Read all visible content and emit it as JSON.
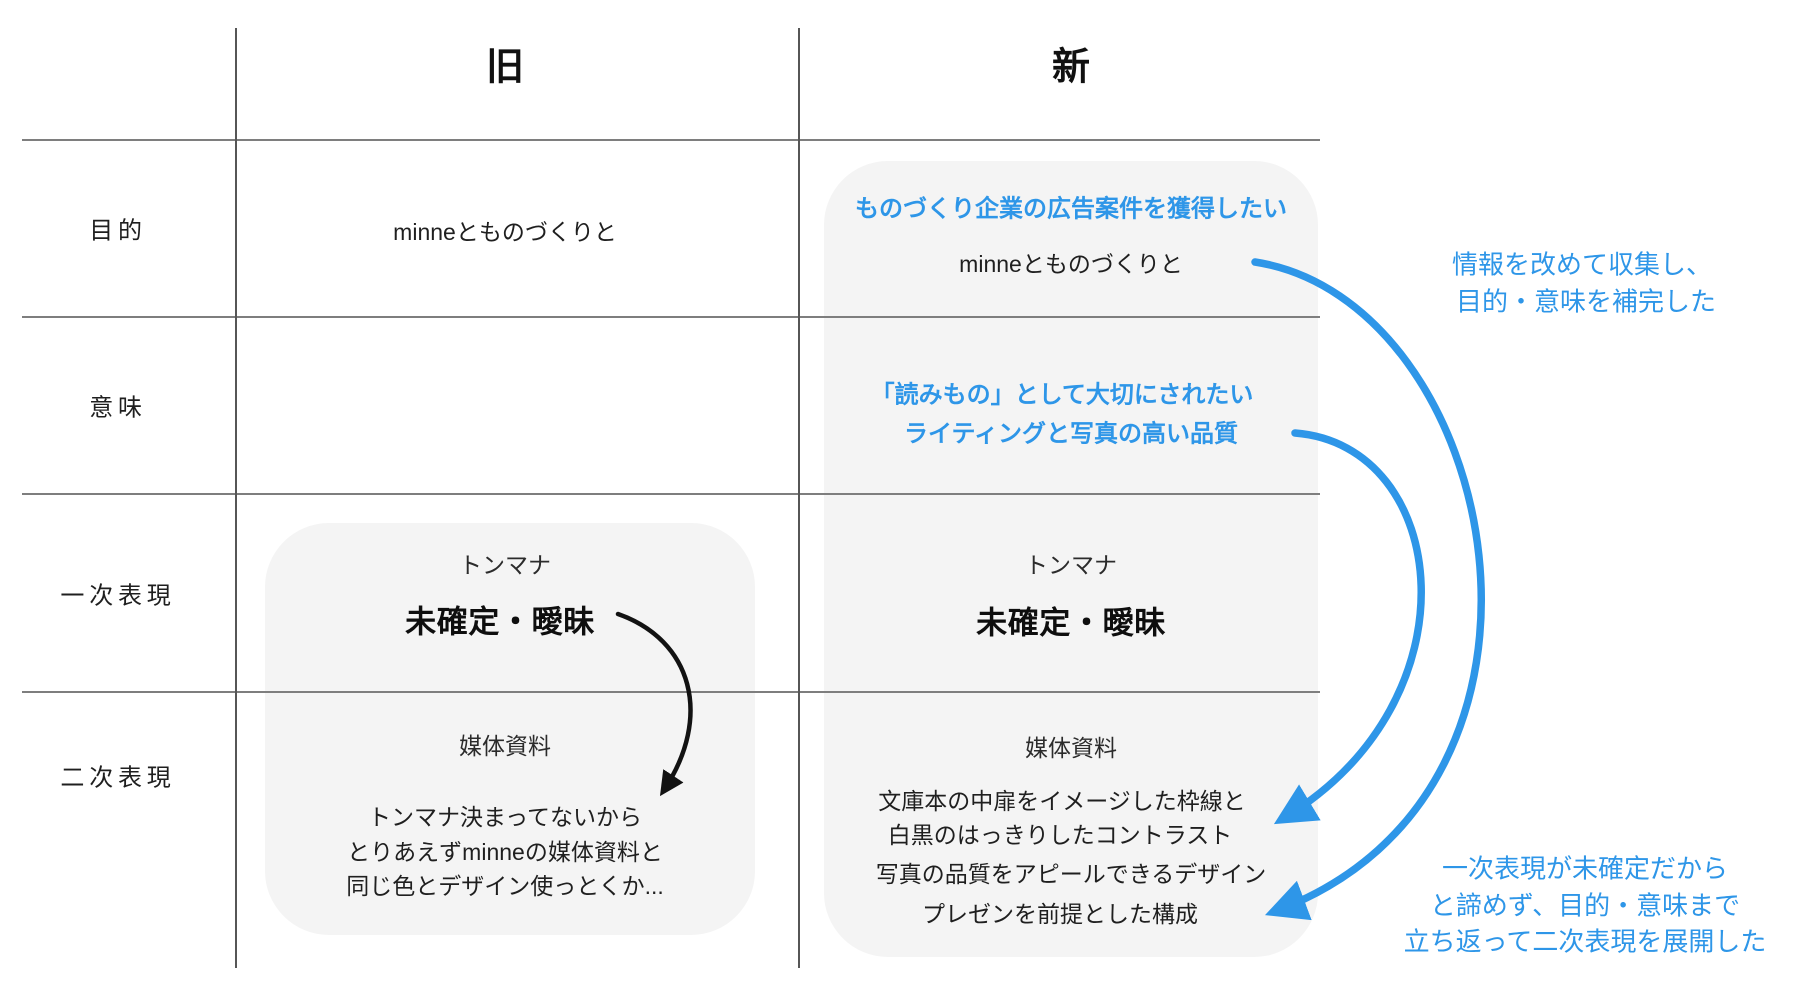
{
  "table": {
    "columns": {
      "old_label": "旧",
      "new_label": "新"
    },
    "rows": {
      "purpose_label": "目的",
      "meaning_label": "意味",
      "primary_label": "一次表現",
      "secondary_label": "二次表現"
    },
    "old": {
      "purpose_text": "minneとものづくりと",
      "meaning_text": "",
      "primary": {
        "caption": "トンマナ",
        "status": "未確定・曖昧"
      },
      "secondary": {
        "caption": "媒体資料",
        "lines": [
          "トンマナ決まってないから",
          "とりあえずminneの媒体資料と",
          "同じ色とデザイン使っとくか..."
        ]
      }
    },
    "new": {
      "purpose": {
        "highlight": "ものづくり企業の広告案件を獲得したい",
        "base": "minneとものづくりと"
      },
      "meaning": {
        "highlight_lines": [
          "「読みもの」として大切にされたい",
          "ライティングと写真の高い品質"
        ]
      },
      "primary": {
        "caption": "トンマナ",
        "status": "未確定・曖昧"
      },
      "secondary": {
        "caption": "媒体資料",
        "lines": [
          "文庫本の中扉をイメージした枠線と",
          "白黒のはっきりしたコントラスト",
          "写真の品質をアピールできるデザイン",
          "プレゼンを前提とした構成"
        ]
      }
    }
  },
  "annotations": {
    "top": {
      "lines": [
        "情報を改めて収集し、",
        "目的・意味を補完した"
      ]
    },
    "bottom": {
      "lines": [
        "一次表現が未確定だから",
        "と諦めず、目的・意味まで",
        "立ち返って二次表現を展開した"
      ]
    }
  },
  "icons": {
    "black_arrow": "curved-arrow-down",
    "blue_arrow_top": "curved-arrow-purpose-to-secondary",
    "blue_arrow_middle": "curved-arrow-meaning-to-secondary"
  },
  "colors": {
    "accent_blue": "#2e96e8",
    "box_background": "#f4f4f4",
    "grid_line": "#6a6a6a",
    "text": "#1f1f1f",
    "arrow_black": "#111111"
  }
}
